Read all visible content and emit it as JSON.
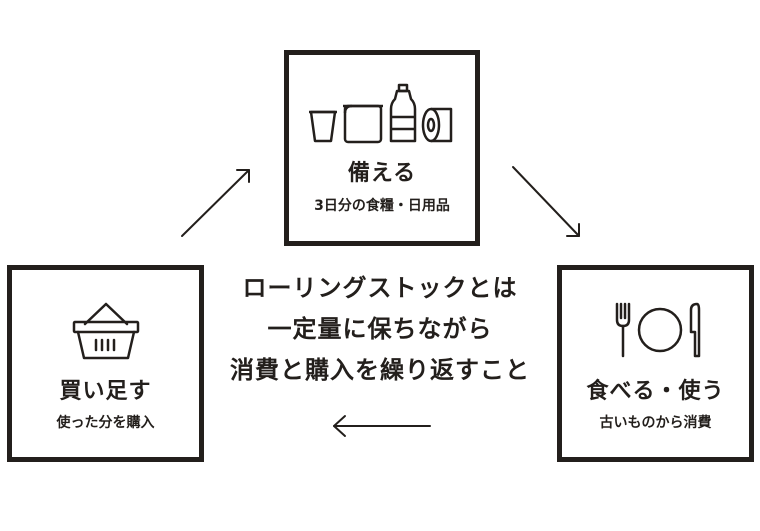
{
  "stages": {
    "prepare": {
      "title": "備える",
      "subtitle": "3日分の食糧・日用品"
    },
    "consume": {
      "title": "食べる・使う",
      "subtitle": "古いものから消費"
    },
    "replenish": {
      "title": "買い足す",
      "subtitle": "使った分を購入"
    }
  },
  "center": {
    "line1": "ローリングストックとは",
    "line2": "一定量に保ちながら",
    "line3": "消費と購入を繰り返すこと"
  },
  "icons": {
    "prepare": [
      "cup-icon",
      "can-icon",
      "bottle-icon",
      "toilet-paper-icon"
    ],
    "consume": [
      "fork-icon",
      "plate-icon",
      "knife-icon"
    ],
    "replenish": [
      "basket-icon"
    ]
  },
  "colors": {
    "ink": "#231f1c",
    "background": "#ffffff"
  }
}
